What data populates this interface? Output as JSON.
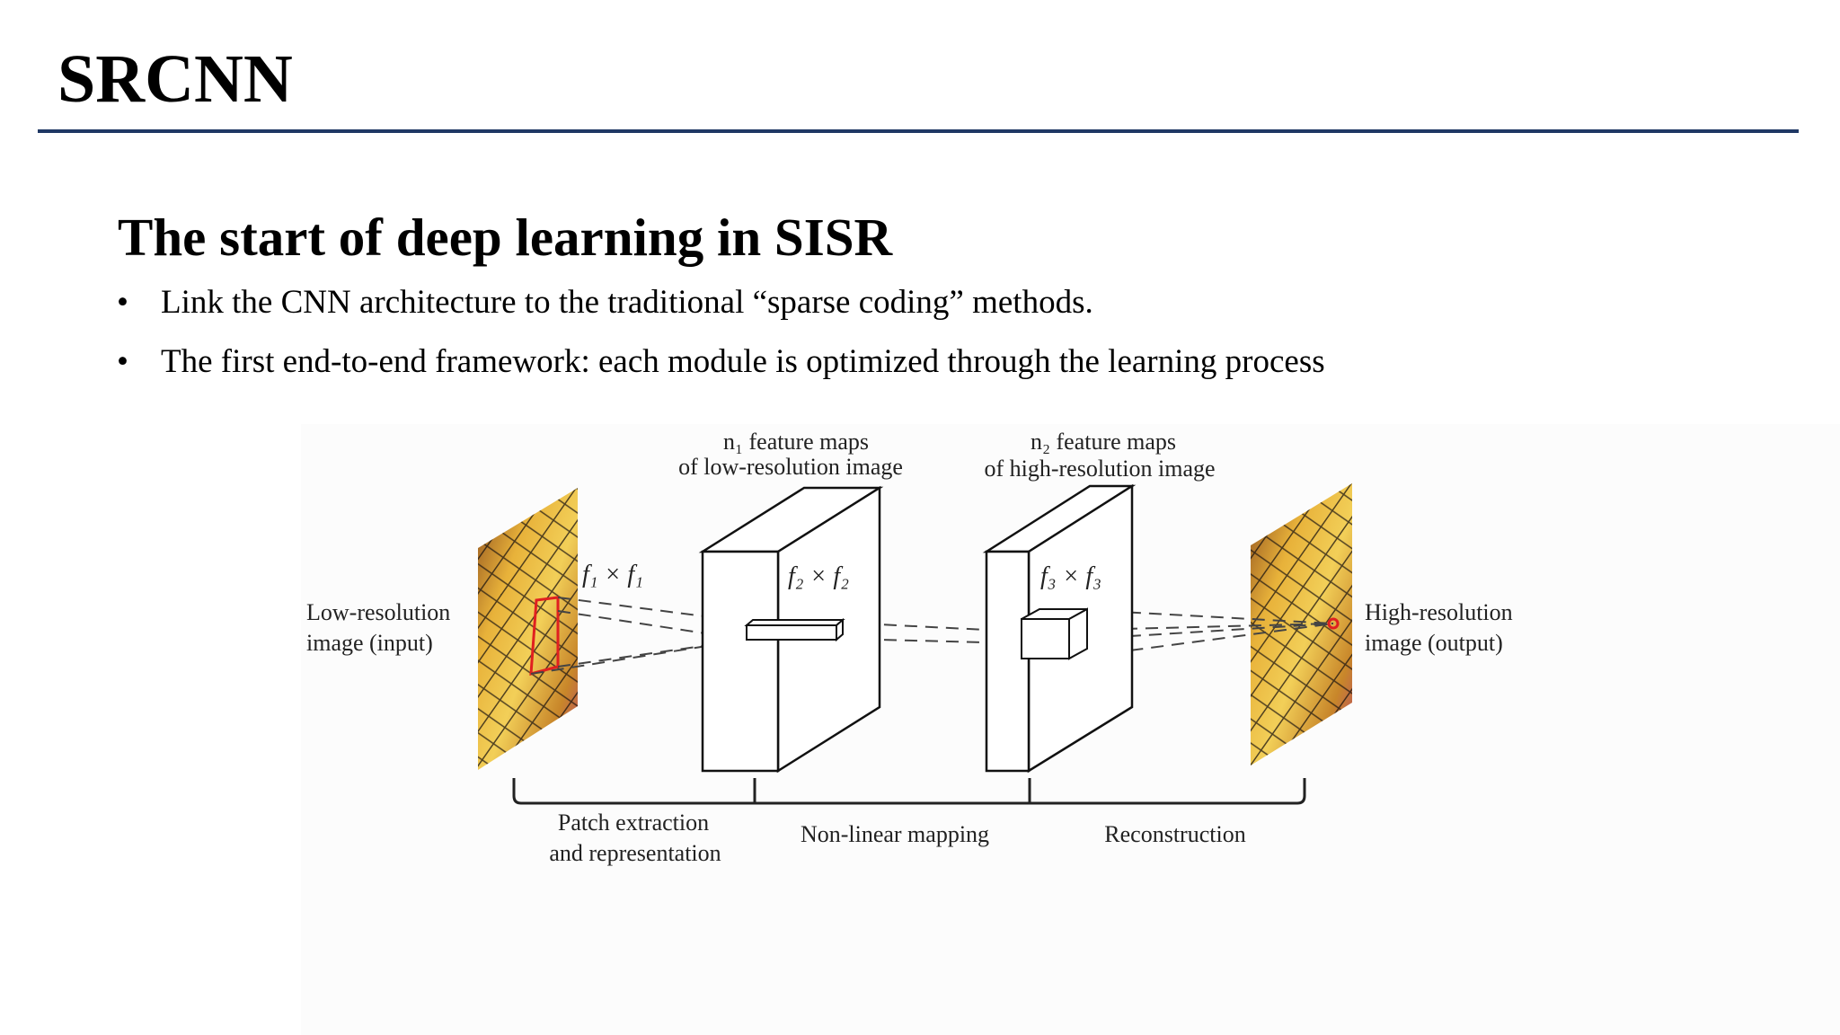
{
  "slide": {
    "title": "SRCNN",
    "heading": "The start of deep learning in SISR",
    "bullets": [
      "Link the CNN architecture to the traditional “sparse coding” methods.",
      "The first end-to-end framework: each module is optimized through the learning process"
    ],
    "bullet_symbol": "•",
    "rule_color": "#1f3864"
  },
  "diagram": {
    "input_label": [
      "Low-resolution",
      "image (input)"
    ],
    "output_label": [
      "High-resolution",
      "image (output)"
    ],
    "block1_label": [
      "n₁ feature maps",
      "of low-resolution image"
    ],
    "block2_label": [
      "n₂ feature maps",
      "of high-resolution image"
    ],
    "filter1": "f₁ × f₁",
    "filter2": "f₂ × f₂",
    "filter3": "f₃ × f₃",
    "stage1": [
      "Patch extraction",
      "and representation"
    ],
    "stage2": "Non-linear mapping",
    "stage3": "Reconstruction",
    "patch_color": "#e02020"
  }
}
